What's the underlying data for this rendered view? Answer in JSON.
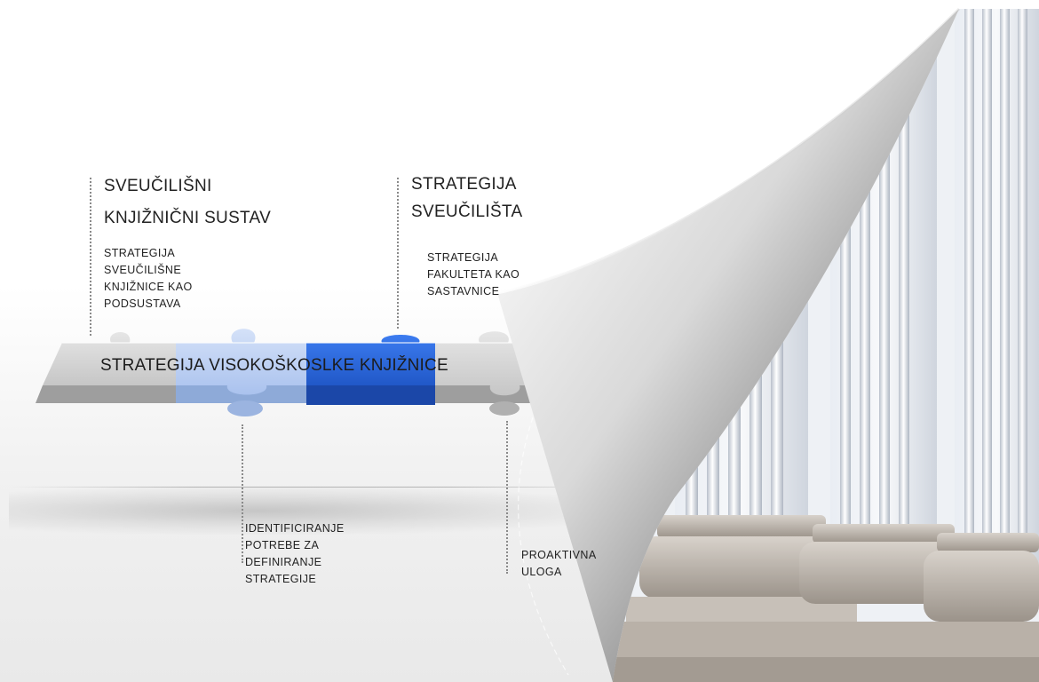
{
  "labels": {
    "top_left": {
      "line1": "SVEUČILIŠNI",
      "line2": "KNJIŽNIČNI SUSTAV"
    },
    "top_left_sub": [
      "STRATEGIJA",
      "SVEUČILIŠNE",
      "KNJIŽNICE KAO",
      "PODSUSTAVA"
    ],
    "top_right": {
      "line1": "STRATEGIJA",
      "line2": "SVEUČILIŠTA"
    },
    "top_right_sub": [
      "STRATEGIJA",
      "FAKULTETA KAO",
      "SASTAVNICE"
    ],
    "center": "STRATEGIJA VISOKOŠKOSLKE KNJIŽNICE",
    "bottom_mid": [
      "IDENTIFICIRANJE",
      "POTREBE ZA",
      "DEFINIRANJE",
      "STRATEGIJE"
    ],
    "bottom_right": [
      "PROAKTIVNA",
      "ULOGA"
    ]
  },
  "colors": {
    "piece_gray": "#cfcfcf",
    "piece_light_blue": "#bcd0f2",
    "piece_blue": "#2f6fe0",
    "leader": "#8a8a8a"
  }
}
